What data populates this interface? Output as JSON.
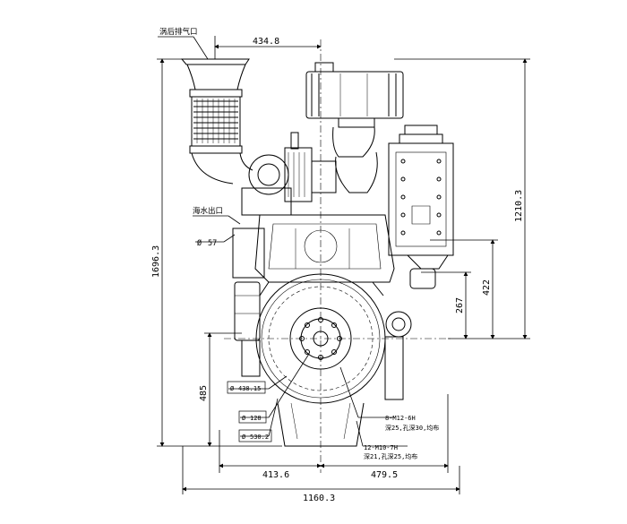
{
  "labels": {
    "exhaust_outlet": "涡后排气口",
    "seawater_outlet": "海水出口"
  },
  "dimensions": {
    "top_offset": "434.8",
    "overall_height": "1696.3",
    "right_height": "1210.3",
    "mid_height_422": "422",
    "mid_height_267": "267",
    "left_height_485": "485",
    "left_width": "413.6",
    "right_width": "479.5",
    "overall_width": "1160.3"
  },
  "diameters": {
    "d57": "57",
    "d438": "438.15",
    "d128": "128",
    "d530": "530.2"
  },
  "bolt_notes": {
    "flywheel_bolts": "8-M12-6H",
    "flywheel_depth": "深25,孔深30,均布",
    "housing_bolts": "12-M10-7H",
    "housing_depth": "深21,孔深25,均布"
  }
}
